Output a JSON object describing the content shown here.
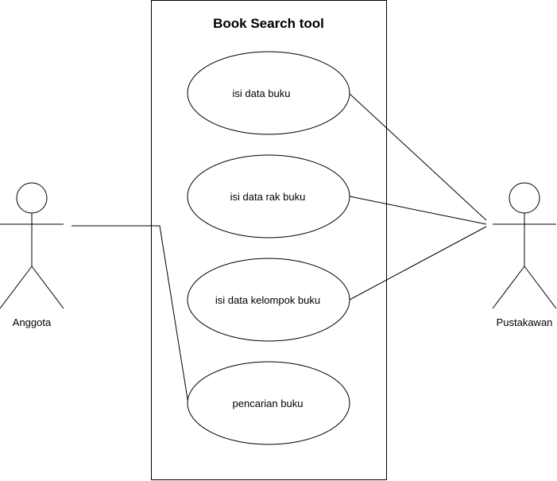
{
  "system": {
    "title": "Book Search tool"
  },
  "actors": {
    "left": {
      "name": "Anggota"
    },
    "right": {
      "name": "Pustakawan"
    }
  },
  "use_cases": {
    "isi_data_buku": "isi data buku",
    "isi_data_rak_buku": "isi data rak buku",
    "isi_data_kelompok_buku": "isi data kelompok buku",
    "pencarian_buku": "pencarian buku"
  },
  "colors": {
    "stroke": "#000000",
    "fill": "#ffffff"
  }
}
